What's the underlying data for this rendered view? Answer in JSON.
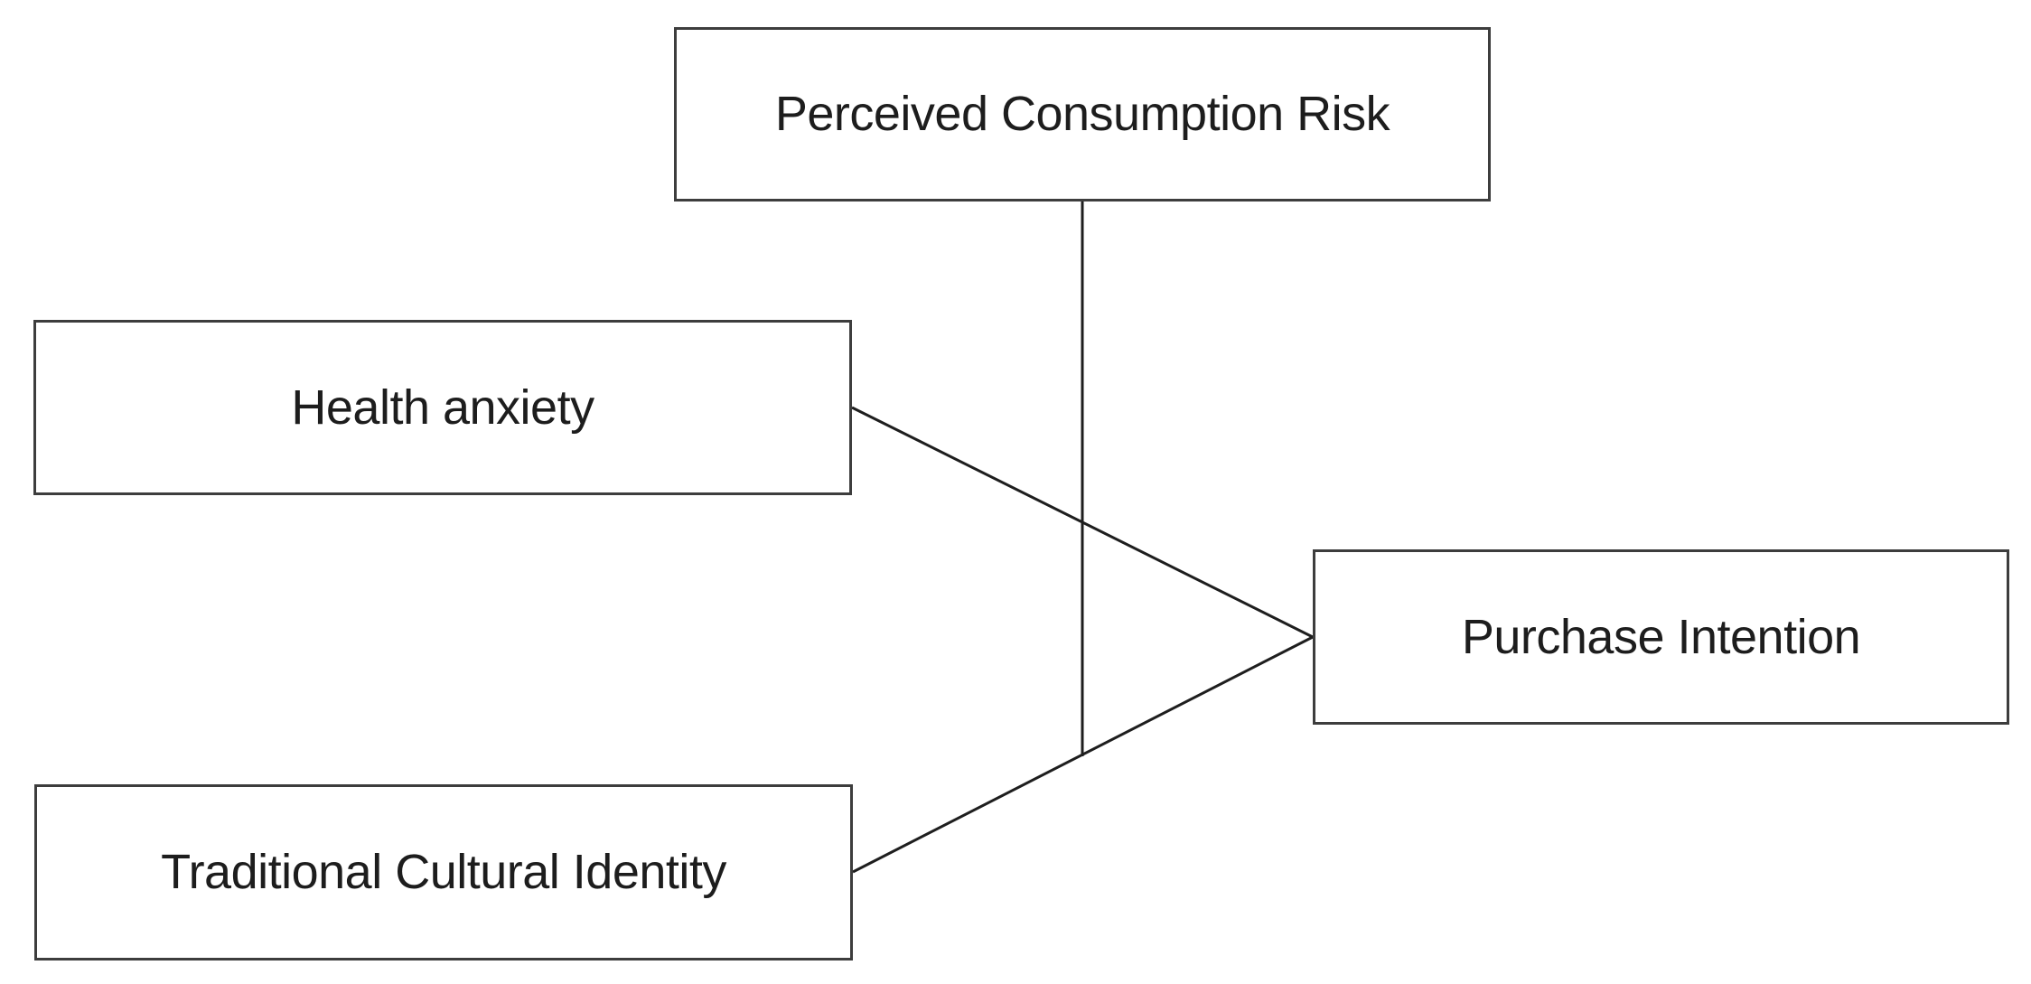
{
  "diagram": {
    "title": "research model: moderation of perceived consumption risk on purchase intention",
    "background_color": "#ffffff",
    "box_border_color": "#3d3d3d",
    "line_color": "#1e1e1e",
    "text_color": "#1d1d1d",
    "nodes": {
      "perceived": {
        "label": "Perceived Consumption Risk",
        "role": "moderator"
      },
      "health": {
        "label": "Health anxiety",
        "role": "independent-variable"
      },
      "traditional": {
        "label": "Traditional Cultural Identity",
        "role": "independent-variable"
      },
      "purchase": {
        "label": "Purchase Intention",
        "role": "dependent-variable"
      }
    },
    "edges": [
      {
        "from": "Health anxiety",
        "to": "Purchase Intention",
        "type": "direct-path"
      },
      {
        "from": "Traditional Cultural Identity",
        "to": "Purchase Intention",
        "type": "direct-path"
      },
      {
        "from": "Perceived Consumption Risk",
        "to": "Traditional Cultural Identity → Purchase Intention path",
        "type": "moderation-path"
      }
    ]
  }
}
